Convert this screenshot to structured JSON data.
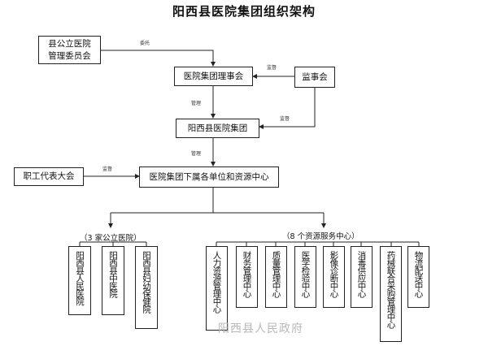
{
  "title": "阳西县医院集团组织架构",
  "nodes": {
    "county_committee": "县公立医院\n管理委员会",
    "board": "医院集团理事会",
    "supervisors": "监事会",
    "group": "阳西县医院集团",
    "staff_congress": "职工代表大会",
    "units": "医院集团下属各单位和资源中心"
  },
  "edge_labels": {
    "entrust": "委托",
    "manage1": "管理",
    "manage2": "管理",
    "supervise1": "监督",
    "supervise2": "监督",
    "supervise3": "监督"
  },
  "groups": {
    "hospitals": "（3 家公立医院）",
    "centers": "（8 个资源服务中心）"
  },
  "hospitals": [
    "阳西县人民医院",
    "阳西县中医院",
    "阳西县妇幼保健院"
  ],
  "centers": [
    "人力资源管理中心",
    "财务管理中心",
    "质量管理中心",
    "医学检验中心",
    "影像诊断中心",
    "消毒供应中心",
    "药械联合采购管理中心",
    "物流配送中心"
  ],
  "watermark": "阳西县人民政府"
}
